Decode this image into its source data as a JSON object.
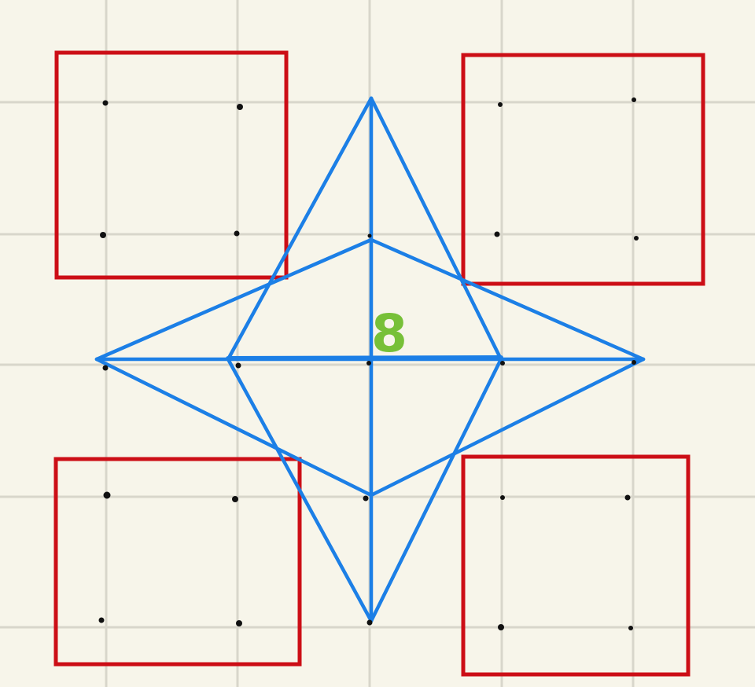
{
  "colors": {
    "background": "#f7f5ea",
    "grid": "#d8d6cb",
    "squares": "#cc0e16",
    "lines": "#1c7fe6",
    "label": "#77c038",
    "dots": "#111111"
  },
  "label": {
    "text": "8"
  },
  "icons": [
    "grid",
    "square",
    "star",
    "dot"
  ]
}
